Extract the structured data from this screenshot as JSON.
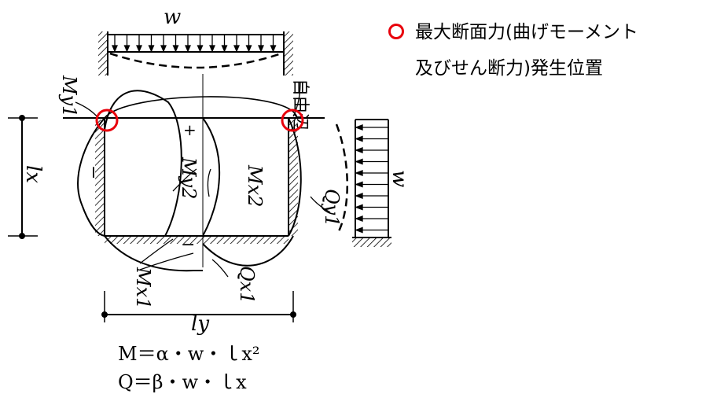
{
  "legend": {
    "marker_color": "#e8000b",
    "text_line1": "最大断面力(曲げモーメント",
    "text_line2": "及びせん断力)発生位置"
  },
  "diagram": {
    "load_top": "w",
    "load_side": "w",
    "free_edge": "自由辺",
    "lx": "lx",
    "ly": "ly",
    "My1": "My1",
    "My2": "My2",
    "Mx1": "Mx1",
    "Mx2": "Mx2",
    "Qx1": "Qx1",
    "Qy1": "Qy1",
    "plus": "+",
    "minus": "−"
  },
  "formulas": {
    "moment": "M＝α・w・ｌx²",
    "shear": "Q＝β・w・ｌx"
  }
}
